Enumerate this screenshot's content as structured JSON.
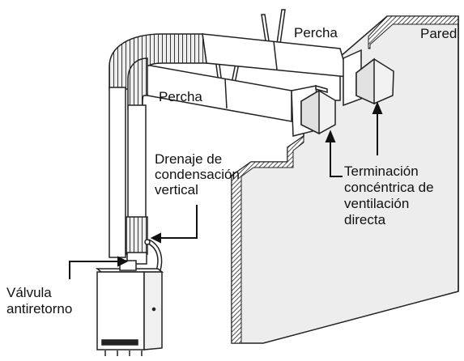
{
  "labels": {
    "hanger_top": "Percha",
    "wall": "Pared",
    "hanger_left": "Percha",
    "condensate_drain": [
      "Drenaje de",
      "condensación",
      "vertical"
    ],
    "termination": [
      "Terminación",
      "concéntrica de",
      "ventilación",
      "directa"
    ],
    "check_valve": [
      "Válvula",
      "antiretorno"
    ]
  }
}
